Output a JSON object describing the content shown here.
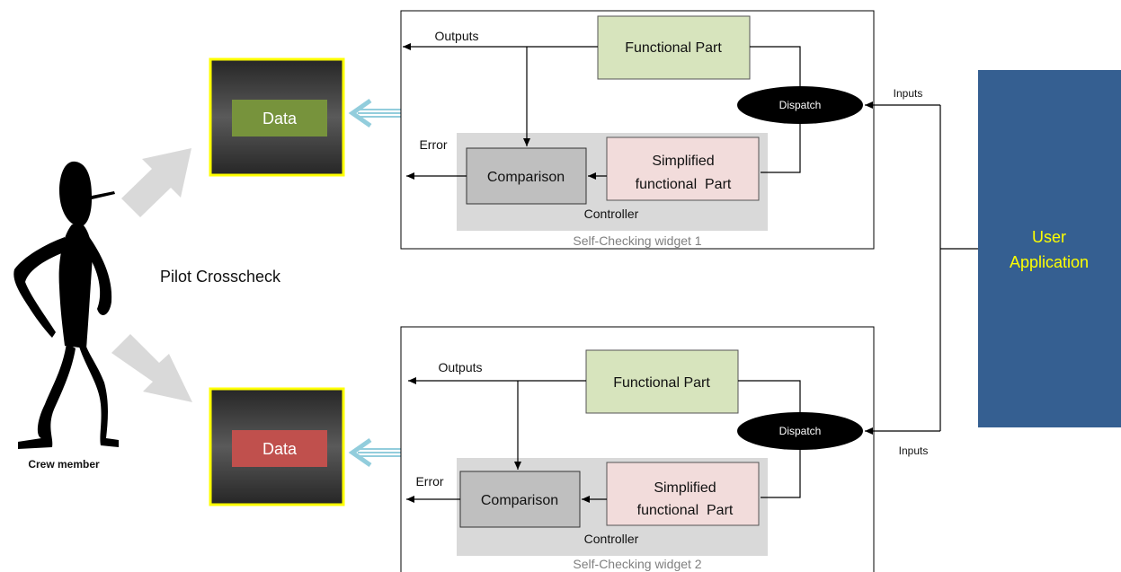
{
  "colors": {
    "functional_fill": "#d7e4bd",
    "simplified_fill": "#f2dcdb",
    "comparison_fill": "#bfbfbf",
    "controller_fill": "#d9d9d9",
    "display_border": "#ffff00",
    "data_green": "#77933c",
    "data_red": "#c0504d",
    "user_app_fill": "#355f91",
    "user_app_text": "#ffff00",
    "big_arrow": "#d9d9d9",
    "link_arrow": "#92cddc"
  },
  "crew": {
    "label": "Crew member",
    "crosscheck_label": "Pilot Crosscheck"
  },
  "displays": [
    {
      "data_label": "Data",
      "data_color": "#77933c"
    },
    {
      "data_label": "Data",
      "data_color": "#c0504d"
    }
  ],
  "widgets": [
    {
      "title": "Self-Checking widget 1",
      "outputs_label": "Outputs",
      "error_label": "Error",
      "functional_label": "Functional Part",
      "dispatch_label": "Dispatch",
      "comparison_label": "Comparison",
      "simplified_line1": "Simplified",
      "simplified_line2": "functional  Part",
      "controller_label": "Controller",
      "inputs_label": "Inputs"
    },
    {
      "title": "Self-Checking widget 2",
      "outputs_label": "Outputs",
      "error_label": "Error",
      "functional_label": "Functional Part",
      "dispatch_label": "Dispatch",
      "comparison_label": "Comparison",
      "simplified_line1": "Simplified",
      "simplified_line2": "functional  Part",
      "controller_label": "Controller",
      "inputs_label": "Inputs"
    }
  ],
  "user_app": {
    "line1": "User",
    "line2": "Application"
  }
}
